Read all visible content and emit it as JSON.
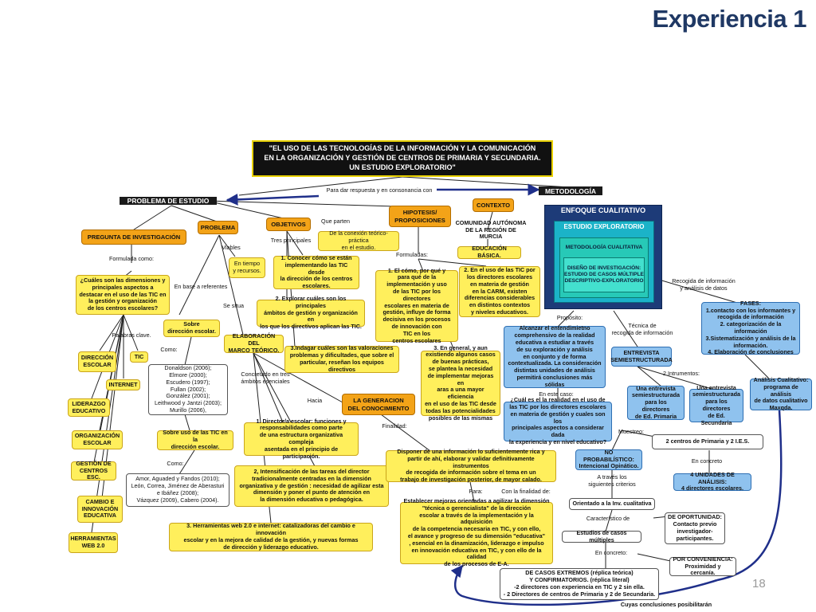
{
  "page": {
    "title": "Experiencia 1",
    "page_number": "18"
  },
  "colors": {
    "yellow": "#ffef5c",
    "orange": "#f3a318",
    "blue": "#8fc2ee",
    "navy": "#1d3b78",
    "teal": "#1bb3c8"
  },
  "nodes": {
    "main_title": "\"EL USO DE LAS TECNOLOGÍAS DE LA INFORMACIÓN Y  LA COMUNICACIÓN\nEN LA ORGANIZACIÓN Y GESTIÓN DE CENTROS DE PRIMARIA Y SECUNDARIA.\nUN ESTUDIO EXPLORATORIO\"",
    "problema_estudio": "PROBLEMA DE ESTUDIO",
    "metodologia": "METODOLOGÍA",
    "para_dar": "Para dar respuesta y en consonancia con",
    "pregunta": "PREGUNTA DE INVESTIGACIÓN",
    "problema": "PROBLEMA",
    "objetivos": "OBJETIVOS",
    "hipotesis": "HIPOTESIS/\nPROPOSICIONES",
    "contexto": "CONTEXTO",
    "formulada": "Formulada como:",
    "viables": "Viables",
    "en_tiempo": "En tiempo\ny recursos.",
    "tres_principales": "Tres principales",
    "que_parten": "Que parten",
    "conexion": "De la conexión teórico-práctica\nen el estudio.",
    "formuladas": "Formuladas:",
    "comunidad": "COMUNIDAD AUTÓNOMA\nDE LA REGIÓN DE MURCIA",
    "educacion_basica": "EDUCACIÓN BÁSICA.",
    "cuales": "¿Cuáles son las dimensiones y\nprincipales aspectos a\ndestacar en el uso de las TIC en\nla gestión y organización\nde los centros escolares?",
    "en_base": "En base a referentes",
    "obj1": "1. Conocer cómo se están\nimplementando las TIC desde\nla dirección de los centros\nescolares.",
    "hip1": "1. El cómo, por qué y\npara qué de la\nimplementación y uso\nde las TIC por los directores\nescolares en materia de\ngestión, influye de forma\ndecisiva  en los procesos\nde innovación con\nTIC en los\ncentros escolares",
    "hip2": "2.  En el uso de las TIC por\nlos directores escolares\nen materia de gestión\nen la CARM, existen\ndiferencias considerables\nen distintos contextos\ny niveles educativos.",
    "obj2": "2. Explorar cuáles son los principales\námbitos de gestión y organización en\nlos que los directivos aplican las TIC.",
    "se_situa": "Se situa",
    "palabras": "Palabras clave.",
    "sobre_dir": "Sobre\ndirección escolar.",
    "elaboracion": "ELABORACIÓN DEL\nMARCO TEÓRICO.",
    "obj3": "3.Indagar cuáles son las valoraciones\nproblemas y dificultades, que sobre el\nparticular, reseñan los equipos directivos",
    "hip3": "3.  En general, y aun\nexistiendo  algunos casos\nde buenas prácticas,\nse plantea la necesidad\nde implementar mejoras en\naras a una mayor eficiencia\nen el uso de las TIC  desde\ntodas las potencialidades\nposibles de las mismas",
    "direccion_escolar": "DIRECCIÓN\nESCOLAR",
    "tic": "TIC",
    "como1": "Como:",
    "internet": "INTERNET",
    "donaldson": "Donaldson (2006);\nElmore (2000);\nEscudero (1997);\nFullan (2002);\nGonzález (2001);\nLeithwood y Jantzi (2003);\nMurillo (2006),",
    "concretado": "Concretado en tres\námbitos esenciales",
    "hacia": "Hacia",
    "generacion": "LA GENERACION\nDEL CONOCIMIENTO",
    "liderazgo": "LIDERAZGO\nEDUCATIVO",
    "organizacion": "ORGANIZACIÓN\nESCOLAR",
    "sobre_uso": "Sobre uso de las TIC en la\ndirección escolar.",
    "amb1": "1. Director/a escolar: funciones y\nresponsabilidades como parte\nde una estructura organizativa compleja\nasentada en el principio de participación.",
    "finalidad": "Finalidad:",
    "gestion": "GESTIÓN DE\nCENTROS ESC.",
    "como2": "Como:",
    "amor": "Amor, Aguaded y Fandos (2010);\nLeón, Correa, Jiménez de Aberasturi\ne Ibáñez (2008);\nVázquez (2009), Cabero (2004).",
    "amb2": "2, Intensificación de las tareas del director\ntradicionalmente centradas en la dimensión\norganizativa y de gestión : necesidad de agilizar esta\ndimensión y poner el punto de atención en\nla dimensión educativa o pedagógica.",
    "disponer": "Disponer de una información lo suficientemente rica y\npartir de ahí, elaborar y validar definitivamente instrumentos\nde recogida de información sobre el tema en un\ntrabajo de investigación posterior, de mayor calado.",
    "cambio": "CAMBIO E\nINNOVACIÓN\nEDUCATIVA",
    "para": "Para:",
    "con_finalidad": "Con la finalidad de:",
    "herramientas": "HERRAMIENTAS\nWEB 2.0",
    "amb3": "3. Herramientas web 2.0 e internet: catalizadoras del cambio e innovación\nescolar y en la mejora de calidad de la  gestión, y nuevas formas\nde  dirección y liderazgo  educativo.",
    "establecer": "Establecer mejoras orientadas a agilizar  la dimensión\n\"técnica o gerencialista\" de la dirección\nescolar a través de la implementación y la adquisición\nde la competencia  necesaria en TIC, y con ello,\nel avance y progreso de su dimensión \"educativa\"\n, esencial en la dinamización, liderazgo e impulso\nen innovación educativa en TIC, y con ello de la calidad\nde los procesos de E-A.",
    "enfoque": "ENFOQUE CUALITATIVO",
    "estudio_exp": "ESTUDIO EXPLORATORIO",
    "met_cual": "METODOLOGÍA CUALITATIVA",
    "diseno": "DISEÑO DE INVESTIGACIÓN:\nESTUDIO DE CASOS MÚLTIPLE\nDESCRIPTIVO-EXPLORATORIO",
    "proposito": "Propósito:",
    "tecnica": "Técnica de\nrecogida de información",
    "recogida": "Recogida de información\ny análisis de datos",
    "fases": "FASES:\n1.contacto con los informantes y\nrecogida de información\n2. categorización de la información\n3.Sistematización y análisis de la\ninformación.\n4. Elaboración de conclusiones",
    "alcanzar": "Alcanzar el entendimietno\ncomprehensivo de la realidad\neducativa a estudiar a través\nde su exploración y análisis\nen conjunto y de forma\ncontextualizada. La consideración\ndistintas unidades de análisis\npermitirá conclusiones más sólidas",
    "entrevista": "ENTREVISTA\nSEMIESTRUCTURADA",
    "en_este": "En este caso:",
    "dos_instr": "2 Intrumentos:",
    "ent_prim": "Una entrevista\nsemiestructurada\npara los directores\nde Ed. Primaria",
    "ent_sec": "Una entrevista\nsemiestructurada\npara los directores\nde Ed. Secundaria",
    "analisis_cual": "Análisis Cualitativo:\nprograma de análisis\nde datos cualitativo\nMaxqda.",
    "cual_realidad": "¿Cuál es el la realidad en el uso de\nlas TIC por los directores escolares\nen materia de gestión y cuales son los\nprincipales aspectos a considerar dada\nla experiencia y en nivel educativo?",
    "muestreo": "Muestreo:",
    "dos_centros": "2 centros de Primaria y 2 I.E.S.",
    "no_prob": "NO PROBABILÍSTICO:\nIntencional Opinático.",
    "en_concreto1": "En concreto",
    "a_traves": "A través los\nsiguientes criterios",
    "cuatro_unidades": "4 UNIDADES DE ANÁLISIS:\n4 directores escolares.",
    "orientado": "Orientado a la Inv. cualitativa",
    "caracteristico": "Característico de",
    "de_oportunidad": "DE OPORTUNIDAD:\nContacto previo\ninvestigador-\nparticipantes.",
    "estudios_casos": "Estudios de casos múltiples",
    "en_concreto2": "En concreto:",
    "por_conveniencia": "POR CONVENIENCIA:\nProximidad y cercanía.",
    "casos_extremos": "DE CASOS EXTREMOS (réplica teórica)\nY CONFIRMATORIOS. (réplica literal)\n-2 directores con experiencia en TIC y 2 sin ella.\n- 2 Directores de  centros de  Primaria y 2 de Secundaria.",
    "cuyas": "Cuyas conclusiones posibilitarán"
  }
}
